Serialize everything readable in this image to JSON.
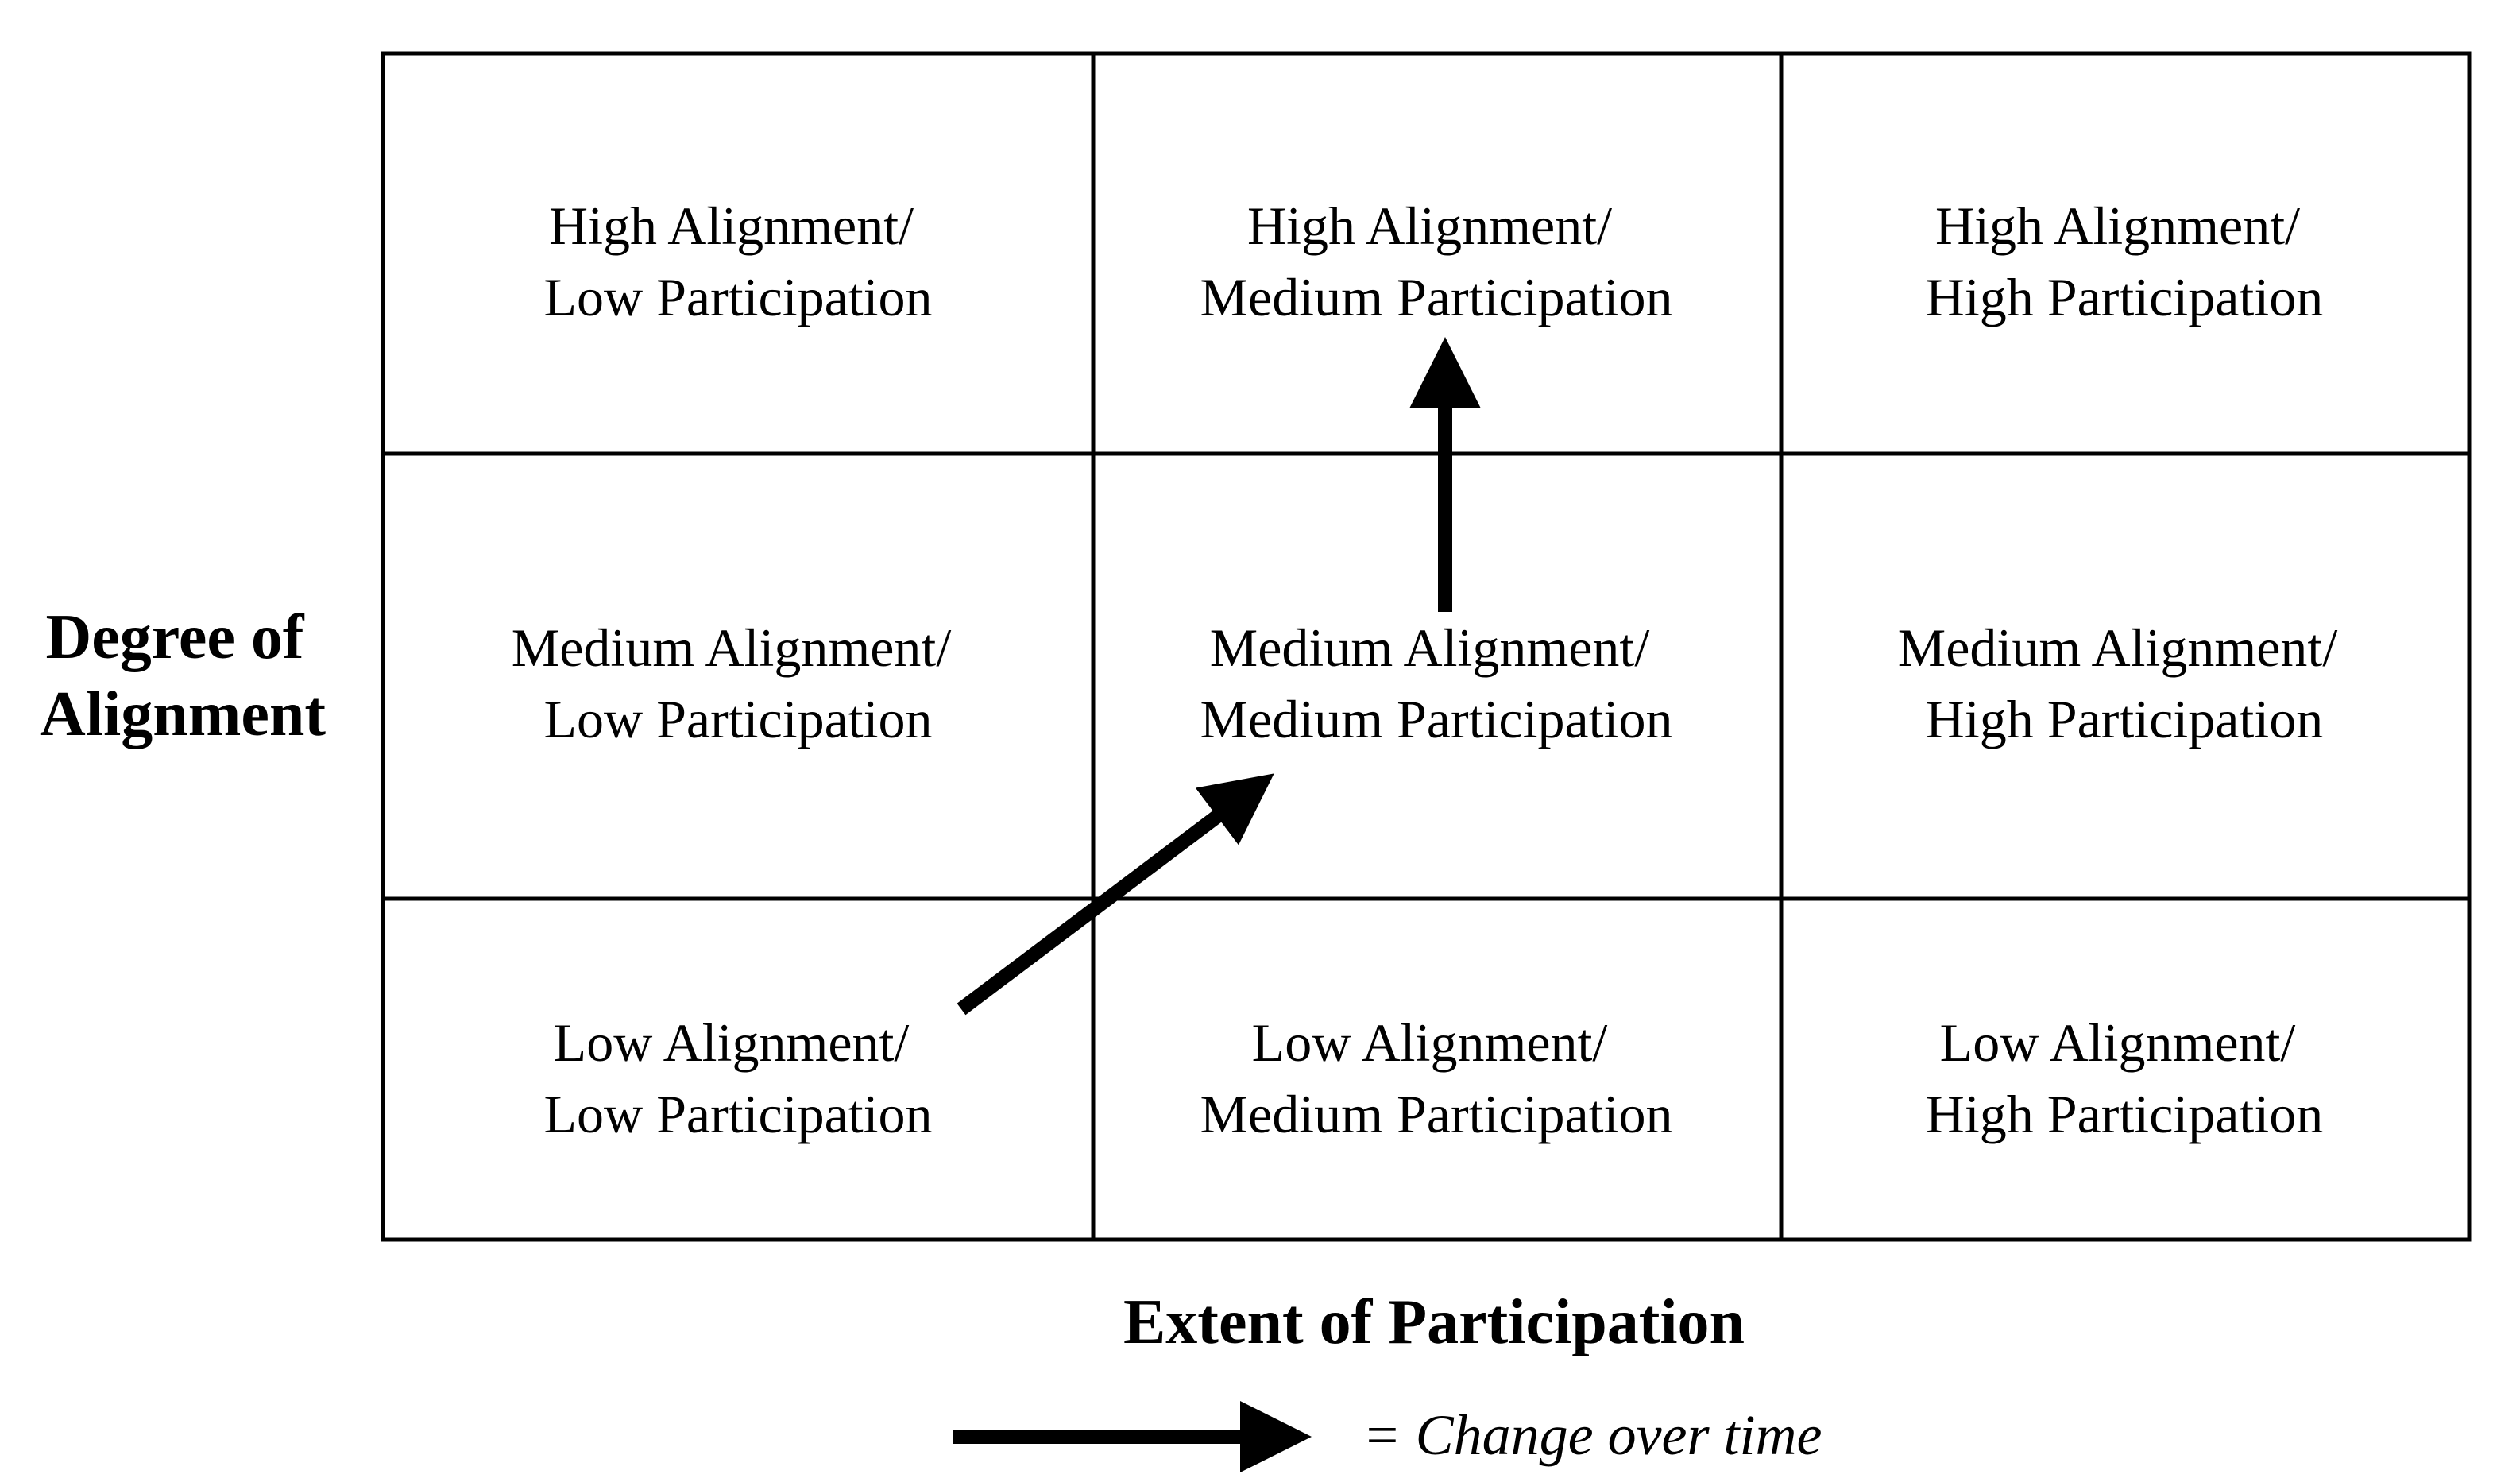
{
  "y_axis_title": {
    "line1": "Degree of",
    "line2": "Alignment"
  },
  "x_axis_title": "Extent of Participation",
  "cells": {
    "high_low": {
      "line1": "High Alignment/",
      "line2": "Low Participation"
    },
    "high_medium": {
      "line1": "High Alignment/",
      "line2": "Medium Participation"
    },
    "high_high": {
      "line1": "High Alignment/",
      "line2": "High Participation"
    },
    "medium_low": {
      "line1": "Medium Alignment/",
      "line2": "Low Participation"
    },
    "medium_medium": {
      "line1": "Medium Alignment/",
      "line2": "Medium Participation"
    },
    "medium_high": {
      "line1": "Medium Alignment/",
      "line2": "High Participation"
    },
    "low_low": {
      "line1": "Low Alignment/",
      "line2": "Low Participation"
    },
    "low_medium": {
      "line1": "Low Alignment/",
      "line2": "Medium Participation"
    },
    "low_high": {
      "line1": "Low Alignment/",
      "line2": "High Participation"
    }
  },
  "legend": {
    "label": "= Change over time"
  },
  "colors": {
    "lines": "#000000",
    "background": "#ffffff"
  }
}
